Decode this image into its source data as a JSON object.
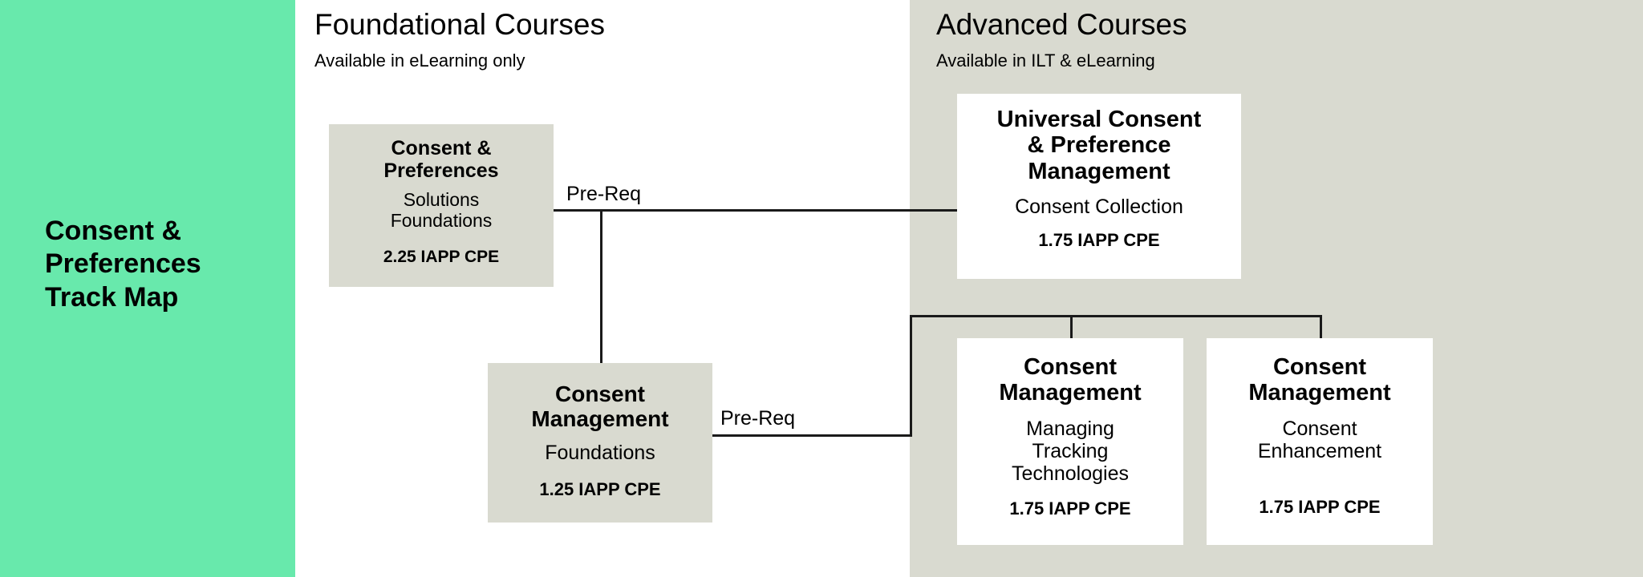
{
  "title_panel": {
    "heading": "Consent &\nPreferences\nTrack Map",
    "background_color": "#68e9ac"
  },
  "columns": [
    {
      "id": "foundational",
      "title": "Foundational Courses",
      "subtitle": "Available in eLearning only",
      "background_color": "#ffffff"
    },
    {
      "id": "advanced",
      "title": "Advanced Courses",
      "subtitle": "Available in ILT & eLearning",
      "background_color": "#d9dad0"
    }
  ],
  "courses": [
    {
      "id": "consent-preferences-solutions-foundations",
      "column": "foundational",
      "title": "Consent &\nPreferences",
      "subtitle": "Solutions\nFoundations",
      "cpe": "2.25 IAPP CPE",
      "box_color": "#d9dad0"
    },
    {
      "id": "consent-management-foundations",
      "column": "foundational",
      "title": "Consent\nManagement",
      "subtitle": "Foundations",
      "cpe": "1.25 IAPP CPE",
      "box_color": "#d9dad0"
    },
    {
      "id": "universal-consent-preference-management",
      "column": "advanced",
      "title": "Universal Consent\n& Preference\nManagement",
      "subtitle": "Consent Collection",
      "cpe": "1.75 IAPP CPE",
      "box_color": "#ffffff"
    },
    {
      "id": "consent-management-managing-tracking-technologies",
      "column": "advanced",
      "title": "Consent\nManagement",
      "subtitle": "Managing\nTracking\nTechnologies",
      "cpe": "1.75 IAPP CPE",
      "box_color": "#ffffff"
    },
    {
      "id": "consent-management-consent-enhancement",
      "column": "advanced",
      "title": "Consent\nManagement",
      "subtitle": "Consent\nEnhancement",
      "cpe": "1.75 IAPP CPE",
      "box_color": "#ffffff"
    }
  ],
  "connectors": [
    {
      "id": "prereq-top",
      "label": "Pre-Req",
      "from": "consent-preferences-solutions-foundations",
      "to": [
        "universal-consent-preference-management",
        "consent-management-foundations"
      ]
    },
    {
      "id": "prereq-bottom",
      "label": "Pre-Req",
      "from": "consent-management-foundations",
      "to": [
        "consent-management-managing-tracking-technologies",
        "consent-management-consent-enhancement"
      ]
    }
  ],
  "colors": {
    "accent_green": "#68e9ac",
    "panel_beige": "#d9dad0",
    "box_white": "#ffffff",
    "line": "#1a1a1a",
    "text": "#000000"
  }
}
